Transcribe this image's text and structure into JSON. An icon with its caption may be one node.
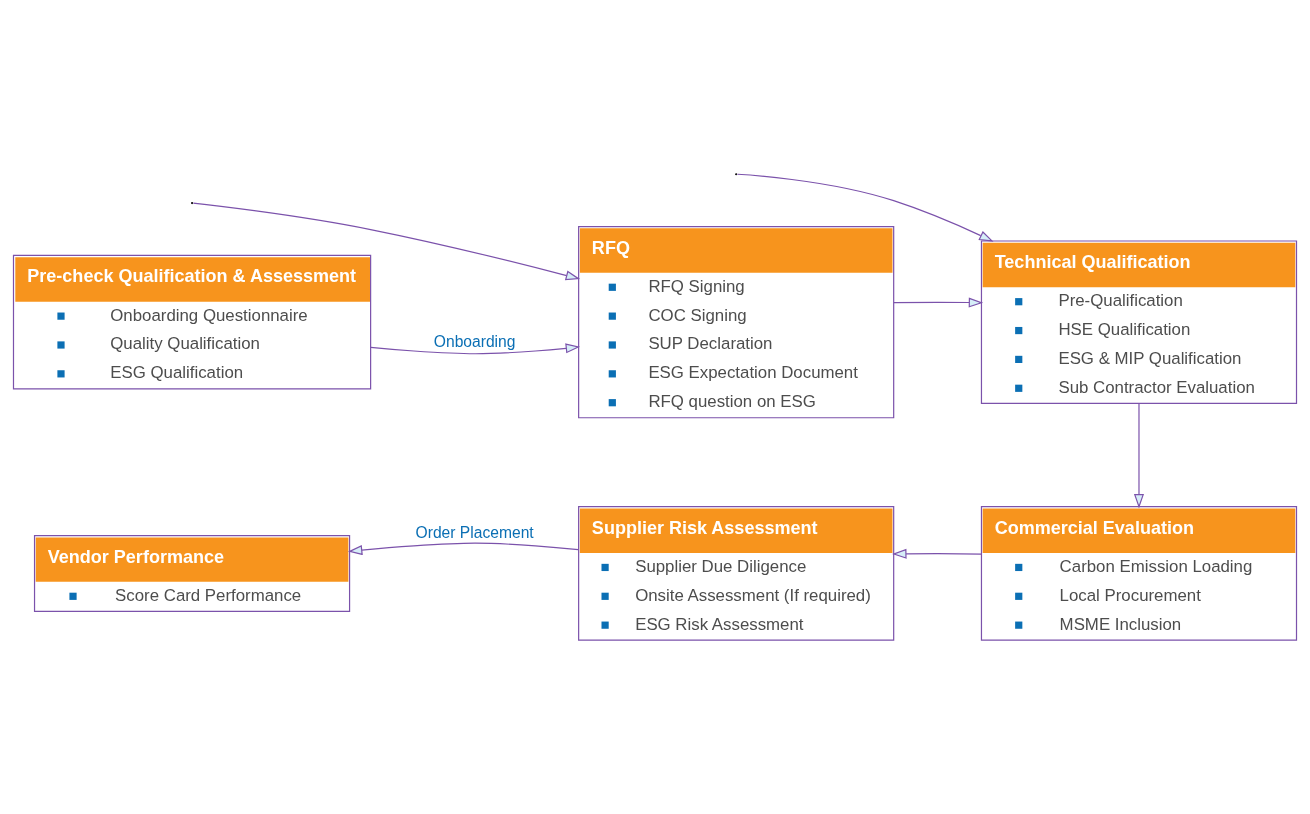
{
  "diagram": {
    "nodes": [
      {
        "text": [
          "Pre-check Qualification & Assessment",
          "Onboarding Questionnaire",
          "Quality Qualification",
          "ESG Qualification"
        ]
      },
      {
        "text": [
          "RFQ",
          "RFQ Signing",
          "COC Signing",
          "SUP Declaration",
          "ESG Expectation Document",
          "RFQ question on ESG"
        ]
      },
      {
        "text": [
          "Technical Qualification",
          "Pre-Qualification",
          "HSE Qualification",
          "ESG & MIP Qualification",
          "Sub Contractor Evaluation"
        ]
      },
      {
        "text": [
          "Vendor Performance",
          "Score Card Performance"
        ]
      },
      {
        "text": [
          "Supplier Risk Assessment",
          "Supplier Due Diligence",
          "Onsite Assessment (If required)",
          "ESG Risk Assessment"
        ]
      },
      {
        "text": [
          "Commercial Evaluation",
          "Carbon Emission Loading",
          "Local Procurement",
          "MSME Inclusion"
        ]
      }
    ],
    "edges": [
      {
        "from": 0,
        "to": 1,
        "arrow": "to",
        "label": "Onboarding"
      },
      {
        "from": 1,
        "to": 2,
        "arrow": "to"
      },
      {
        "from": null,
        "to": 1,
        "arrow": "to"
      },
      {
        "from": null,
        "to": 2,
        "arrow": "to"
      },
      {
        "from": 2,
        "to": 5,
        "arrow": "to"
      },
      {
        "from": 5,
        "to": 4,
        "arrow": "to"
      },
      {
        "from": 4,
        "to": 3,
        "arrow": "to",
        "label": "Order Placement"
      }
    ]
  }
}
